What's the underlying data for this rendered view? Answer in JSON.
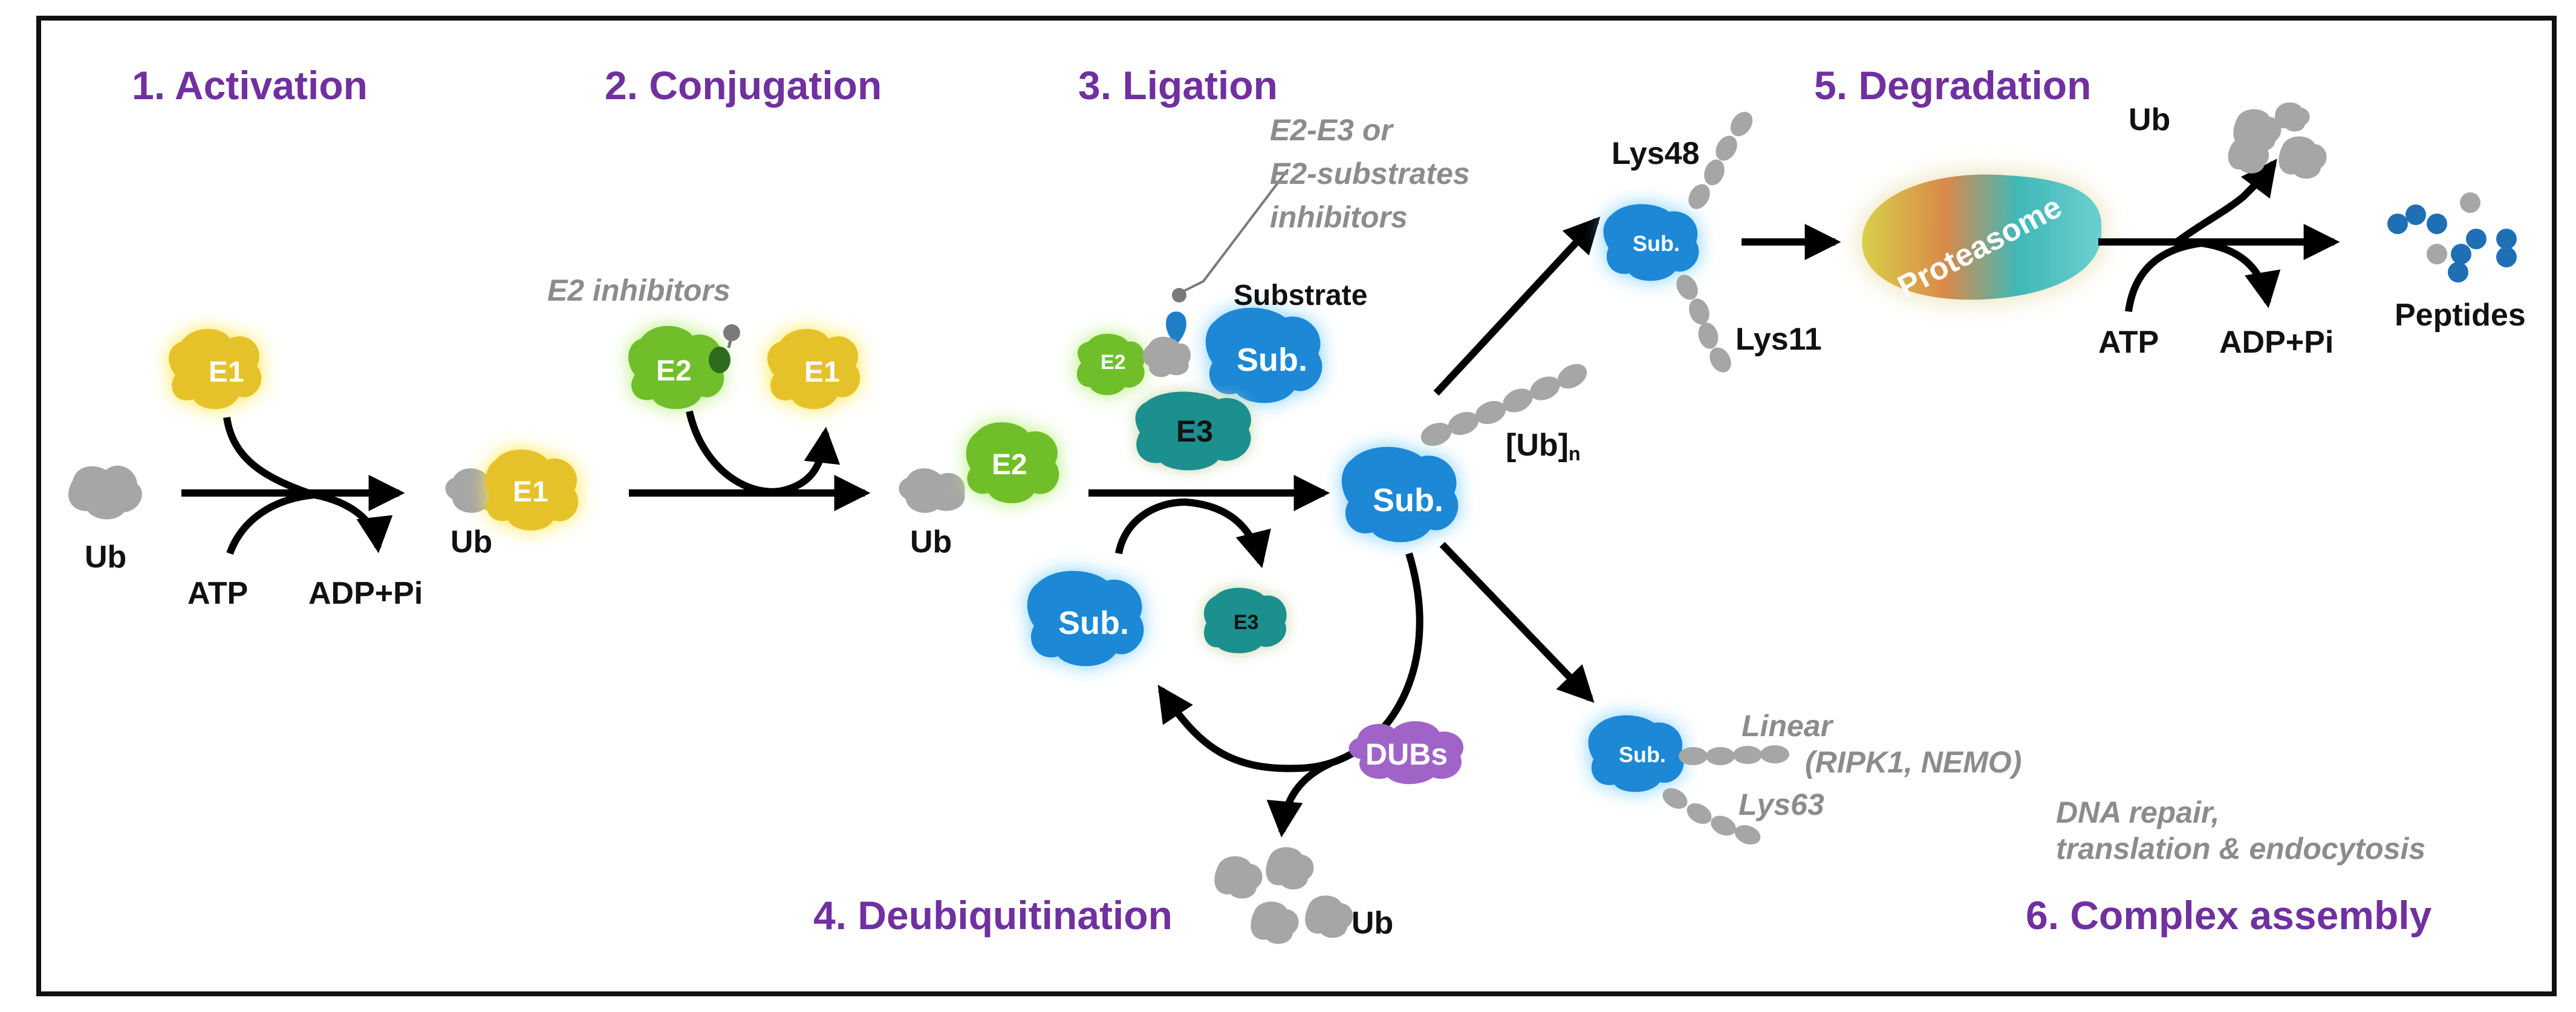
{
  "stages": {
    "activation": "1. Activation",
    "conjugation": "2. Conjugation",
    "ligation": "3. Ligation",
    "deubiquitination": "4. Deubiquitination",
    "degradation": "5. Degradation",
    "complex_assembly": "6. Complex assembly"
  },
  "molecules": {
    "ub": "Ub",
    "e1": "E1",
    "e2": "E2",
    "e3": "E3",
    "sub": "Sub.",
    "substrate": "Substrate",
    "proteasome": "Proteasome",
    "dubs": "DUBs",
    "peptides": "Peptides",
    "ub_chain": "[Ub]",
    "ub_chain_subscript": "n"
  },
  "cofactors": {
    "atp": "ATP",
    "adp_pi": "ADP+Pi"
  },
  "linkages": {
    "lys48": "Lys48",
    "lys11": "Lys11",
    "linear": "Linear",
    "linear_targets": "(RIPK1, NEMO)",
    "lys63": "Lys63"
  },
  "inhibitors": {
    "e2": "E2 inhibitors",
    "e2_e3_line1": "E2-E3 or",
    "e2_e3_line2": "E2-substrates",
    "e2_e3_line3": "inhibitors"
  },
  "functions": {
    "line1": "DNA repair,",
    "line2": "translation & endocytosis"
  },
  "colors": {
    "title_purple": "#7030a0",
    "e1_yellow": "#e6c229",
    "e2_green": "#6fbf2a",
    "e3_teal": "#1f8f8f",
    "sub_blue": "#1e88d6",
    "ub_gray": "#a6a6a6",
    "dubs_purple": "#a064c8"
  }
}
